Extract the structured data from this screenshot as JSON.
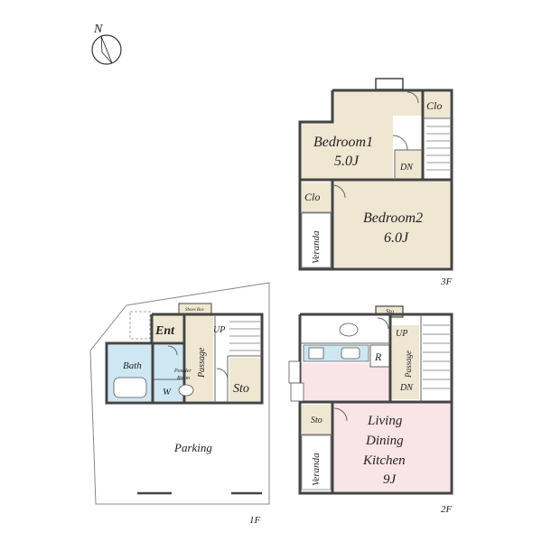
{
  "compass": {
    "label": "N"
  },
  "floors": {
    "third": {
      "level": "3F",
      "rooms": {
        "bedroom1": {
          "name": "Bedroom1",
          "size": "5.0J"
        },
        "bedroom2": {
          "name": "Bedroom2",
          "size": "6.0J"
        },
        "closet1": "Clo",
        "closet2": "Clo",
        "stair_down": "DN",
        "veranda": "Veranda"
      }
    },
    "second": {
      "level": "2F",
      "rooms": {
        "ldk": {
          "line1": "Living",
          "line2": "Dining",
          "line3": "Kitchen",
          "size": "9J"
        },
        "storage_small": "Sto",
        "storage_top": "Sto",
        "stair_up": "UP",
        "stair_down": "DN",
        "passage": "Passage",
        "fridge": "R",
        "veranda": "Veranda"
      }
    },
    "first": {
      "level": "1F",
      "rooms": {
        "entrance": "Ent",
        "shoes_box": "Shoes Box",
        "stair_up": "UP",
        "passage": "Passage",
        "bath": "Bath",
        "powder_line1": "Powder",
        "powder_line2": "Room",
        "washer": "W",
        "storage": "Sto",
        "parking": "Parking"
      }
    }
  },
  "colors": {
    "room": "#efe7d2",
    "ldk": "#f9e4e8",
    "wet": "#cfe6f3",
    "walls": "#444444",
    "outline": "#888888"
  }
}
